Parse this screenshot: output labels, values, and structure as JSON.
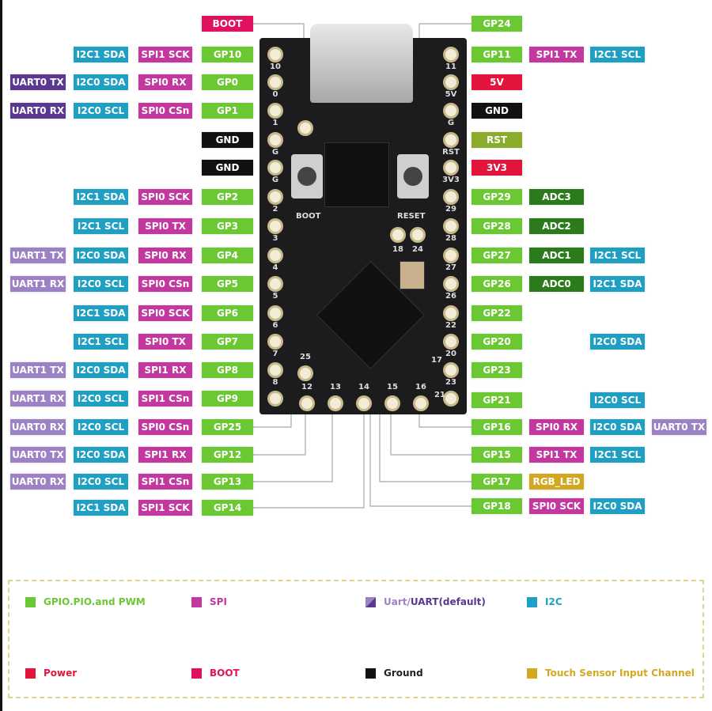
{
  "colors": {
    "gpio": "#6cc832",
    "spi": "#c2389f",
    "i2c": "#1f9fc2",
    "uart_default": "#5a3790",
    "uart": "#9c82c4",
    "power": "#e2153d",
    "boot": "#e0115f",
    "ground": "#111111",
    "reset": "#8bab2c",
    "adc": "#2b7a1c",
    "touch": "#d2a822"
  },
  "left_pins": [
    {
      "labels": [
        {
          "text": "BOOT",
          "type": "boot"
        }
      ]
    },
    {
      "labels": [
        {
          "text": "GP10",
          "type": "gpio"
        },
        {
          "text": "SPI1 SCK",
          "type": "spi"
        },
        {
          "text": "I2C1 SDA",
          "type": "i2c"
        }
      ]
    },
    {
      "labels": [
        {
          "text": "GP0",
          "type": "gpio"
        },
        {
          "text": "SPI0 RX",
          "type": "spi"
        },
        {
          "text": "I2C0 SDA",
          "type": "i2c"
        },
        {
          "text": "UART0 TX",
          "type": "uart_default"
        }
      ]
    },
    {
      "labels": [
        {
          "text": "GP1",
          "type": "gpio"
        },
        {
          "text": "SPI0 CSn",
          "type": "spi"
        },
        {
          "text": "I2C0 SCL",
          "type": "i2c"
        },
        {
          "text": "UART0 RX",
          "type": "uart_default"
        }
      ]
    },
    {
      "labels": [
        {
          "text": "GND",
          "type": "ground"
        }
      ]
    },
    {
      "labels": [
        {
          "text": "GND",
          "type": "ground"
        }
      ]
    },
    {
      "labels": [
        {
          "text": "GP2",
          "type": "gpio"
        },
        {
          "text": "SPI0 SCK",
          "type": "spi"
        },
        {
          "text": "I2C1 SDA",
          "type": "i2c"
        }
      ]
    },
    {
      "labels": [
        {
          "text": "GP3",
          "type": "gpio"
        },
        {
          "text": "SPI0 TX",
          "type": "spi"
        },
        {
          "text": "I2C1 SCL",
          "type": "i2c"
        }
      ]
    },
    {
      "labels": [
        {
          "text": "GP4",
          "type": "gpio"
        },
        {
          "text": "SPI0 RX",
          "type": "spi"
        },
        {
          "text": "I2C0 SDA",
          "type": "i2c"
        },
        {
          "text": "UART1 TX",
          "type": "uart"
        }
      ]
    },
    {
      "labels": [
        {
          "text": "GP5",
          "type": "gpio"
        },
        {
          "text": "SPI0 CSn",
          "type": "spi"
        },
        {
          "text": "I2C0 SCL",
          "type": "i2c"
        },
        {
          "text": "UART1 RX",
          "type": "uart"
        }
      ]
    },
    {
      "labels": [
        {
          "text": "GP6",
          "type": "gpio"
        },
        {
          "text": "SPI0 SCK",
          "type": "spi"
        },
        {
          "text": "I2C1 SDA",
          "type": "i2c"
        }
      ]
    },
    {
      "labels": [
        {
          "text": "GP7",
          "type": "gpio"
        },
        {
          "text": "SPI0 TX",
          "type": "spi"
        },
        {
          "text": "I2C1 SCL",
          "type": "i2c"
        }
      ]
    },
    {
      "labels": [
        {
          "text": "GP8",
          "type": "gpio"
        },
        {
          "text": "SPI1 RX",
          "type": "spi"
        },
        {
          "text": "I2C0 SDA",
          "type": "i2c"
        },
        {
          "text": "UART1 TX",
          "type": "uart"
        }
      ]
    },
    {
      "labels": [
        {
          "text": "GP9",
          "type": "gpio"
        },
        {
          "text": "SPI1 CSn",
          "type": "spi"
        },
        {
          "text": "I2C0 SCL",
          "type": "i2c"
        },
        {
          "text": "UART1 RX",
          "type": "uart"
        }
      ]
    },
    {
      "labels": [
        {
          "text": "GP25",
          "type": "gpio"
        },
        {
          "text": "SPI0 CSn",
          "type": "spi"
        },
        {
          "text": "I2C0 SCL",
          "type": "i2c"
        },
        {
          "text": "UART0 RX",
          "type": "uart"
        }
      ]
    },
    {
      "labels": [
        {
          "text": "GP12",
          "type": "gpio"
        },
        {
          "text": "SPI1 RX",
          "type": "spi"
        },
        {
          "text": "I2C0 SDA",
          "type": "i2c"
        },
        {
          "text": "UART0 TX",
          "type": "uart"
        }
      ]
    },
    {
      "labels": [
        {
          "text": "GP13",
          "type": "gpio"
        },
        {
          "text": "SPI1 CSn",
          "type": "spi"
        },
        {
          "text": "I2C0 SCL",
          "type": "i2c"
        },
        {
          "text": "UART0 RX",
          "type": "uart"
        }
      ]
    },
    {
      "labels": [
        {
          "text": "GP14",
          "type": "gpio"
        },
        {
          "text": "SPI1 SCK",
          "type": "spi"
        },
        {
          "text": "I2C1 SDA",
          "type": "i2c"
        }
      ]
    }
  ],
  "right_pins": [
    {
      "labels": [
        {
          "text": "GP24",
          "type": "gpio"
        }
      ]
    },
    {
      "labels": [
        {
          "text": "GP11",
          "type": "gpio"
        },
        {
          "text": "SPI1 TX",
          "type": "spi"
        },
        {
          "text": "I2C1 SCL",
          "type": "i2c"
        }
      ]
    },
    {
      "labels": [
        {
          "text": "5V",
          "type": "power"
        }
      ]
    },
    {
      "labels": [
        {
          "text": "GND",
          "type": "ground"
        }
      ]
    },
    {
      "labels": [
        {
          "text": "RST",
          "type": "reset"
        }
      ]
    },
    {
      "labels": [
        {
          "text": "3V3",
          "type": "power"
        }
      ]
    },
    {
      "labels": [
        {
          "text": "GP29",
          "type": "gpio"
        },
        {
          "text": "ADC3",
          "type": "adc"
        }
      ]
    },
    {
      "labels": [
        {
          "text": "GP28",
          "type": "gpio"
        },
        {
          "text": "ADC2",
          "type": "adc"
        }
      ]
    },
    {
      "labels": [
        {
          "text": "GP27",
          "type": "gpio"
        },
        {
          "text": "ADC1",
          "type": "adc"
        },
        {
          "text": "I2C1 SCL",
          "type": "i2c"
        }
      ]
    },
    {
      "labels": [
        {
          "text": "GP26",
          "type": "gpio"
        },
        {
          "text": "ADC0",
          "type": "adc"
        },
        {
          "text": "I2C1 SDA",
          "type": "i2c"
        }
      ]
    },
    {
      "labels": [
        {
          "text": "GP22",
          "type": "gpio"
        }
      ]
    },
    {
      "labels": [
        {
          "text": "GP20",
          "type": "gpio"
        },
        null,
        {
          "text": "I2C0 SDA",
          "type": "i2c"
        }
      ]
    },
    {
      "labels": [
        {
          "text": "GP23",
          "type": "gpio"
        }
      ]
    },
    {
      "labels": [
        {
          "text": "GP21",
          "type": "gpio"
        },
        null,
        {
          "text": "I2C0 SCL",
          "type": "i2c"
        }
      ]
    },
    {
      "labels": [
        {
          "text": "GP16",
          "type": "gpio"
        },
        {
          "text": "SPI0 RX",
          "type": "spi"
        },
        {
          "text": "I2C0 SDA",
          "type": "i2c"
        },
        {
          "text": "UART0 TX",
          "type": "uart"
        }
      ]
    },
    {
      "labels": [
        {
          "text": "GP15",
          "type": "gpio"
        },
        {
          "text": "SPI1 TX",
          "type": "spi"
        },
        {
          "text": "I2C1 SCL",
          "type": "i2c"
        }
      ]
    },
    {
      "labels": [
        {
          "text": "GP17",
          "type": "gpio"
        },
        {
          "text": "RGB_LED",
          "type": "touch"
        }
      ]
    },
    {
      "labels": [
        {
          "text": "GP18",
          "type": "gpio"
        },
        {
          "text": "SPI0 SCK",
          "type": "spi"
        },
        {
          "text": "I2C0 SDA",
          "type": "i2c"
        }
      ]
    }
  ],
  "board": {
    "left_silk": [
      "10",
      "0",
      "1",
      "G",
      "G",
      "2",
      "3",
      "4",
      "5",
      "6",
      "7",
      "8"
    ],
    "right_silk": [
      "11",
      "5V",
      "G",
      "RST",
      "3V3",
      "29",
      "28",
      "27",
      "26",
      "22",
      "20",
      "23"
    ],
    "bottom_silk": [
      "12",
      "13",
      "14",
      "15",
      "16",
      "21"
    ],
    "inner_silk": [
      "25",
      "18",
      "24",
      "17"
    ],
    "boot_button": "BOOT",
    "reset_button": "RESET"
  },
  "legend": [
    {
      "text": "GPIO.PIO.and PWM",
      "type": "gpio"
    },
    {
      "text": "SPI",
      "type": "spi"
    },
    {
      "text": "Uart/",
      "text2": "UART(default)",
      "type": "uart"
    },
    {
      "text": "I2C",
      "type": "i2c"
    },
    {
      "text": "Power",
      "type": "power"
    },
    {
      "text": "BOOT",
      "type": "boot"
    },
    {
      "text": "Ground",
      "type": "ground"
    },
    {
      "text": "Touch Sensor Input Channel",
      "type": "touch"
    }
  ]
}
